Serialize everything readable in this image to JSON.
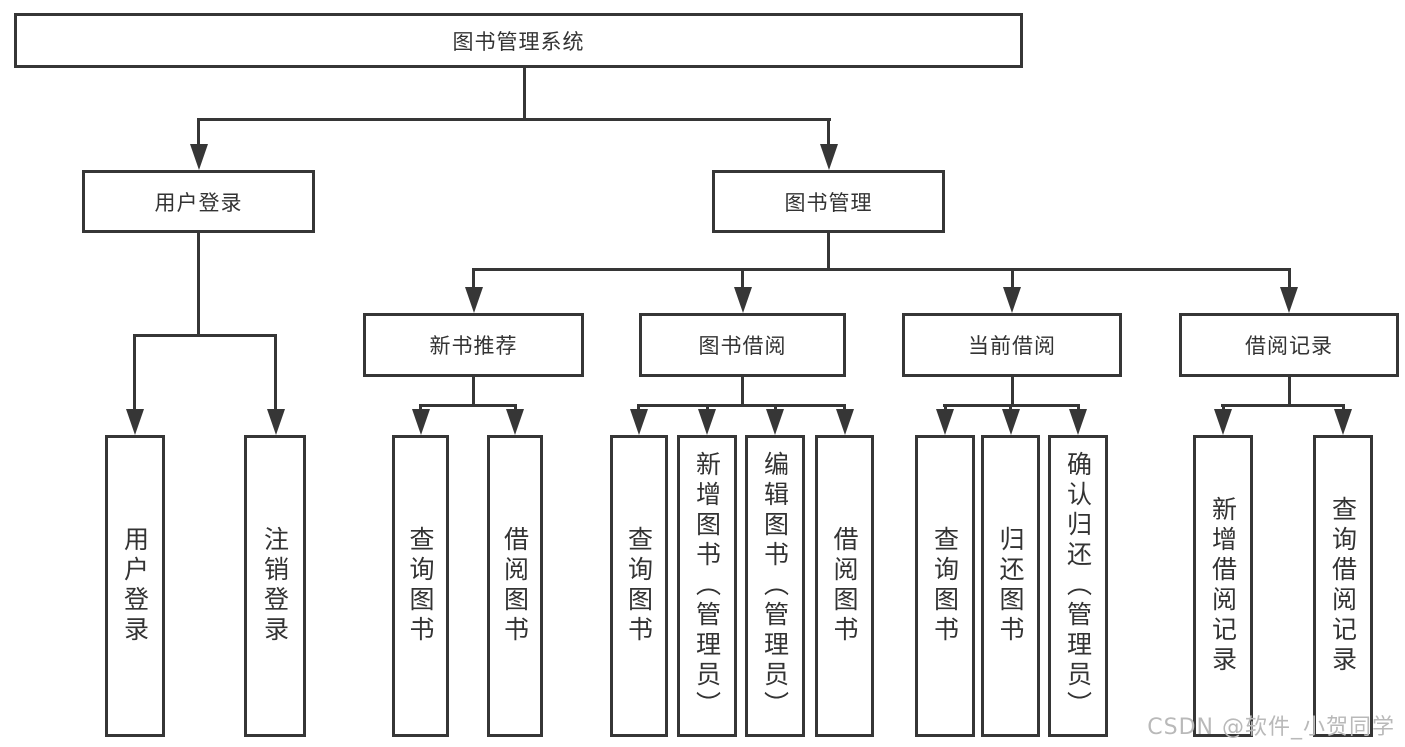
{
  "diagram_title": "图书管理系统",
  "tree": {
    "label": "图书管理系统",
    "children": [
      {
        "label": "用户登录",
        "children": [
          {
            "label": "用户登录"
          },
          {
            "label": "注销登录"
          }
        ]
      },
      {
        "label": "图书管理",
        "children": [
          {
            "label": "新书推荐",
            "children": [
              {
                "label": "查询图书"
              },
              {
                "label": "借阅图书"
              }
            ]
          },
          {
            "label": "图书借阅",
            "children": [
              {
                "label": "查询图书"
              },
              {
                "label": "新增图书（管理员）"
              },
              {
                "label": "编辑图书（管理员）"
              },
              {
                "label": "借阅图书"
              }
            ]
          },
          {
            "label": "当前借阅",
            "children": [
              {
                "label": "查询图书"
              },
              {
                "label": "归还图书"
              },
              {
                "label": "确认归还（管理员）"
              }
            ]
          },
          {
            "label": "借阅记录",
            "children": [
              {
                "label": "新增借阅记录"
              },
              {
                "label": "查询借阅记录"
              }
            ]
          }
        ]
      }
    ]
  },
  "watermark": {
    "text": "CSDN @软件_小贺同学"
  },
  "colors": {
    "line": "#363636",
    "text": "#333333",
    "background": "#ffffff",
    "watermark": "#b9b9b9"
  }
}
